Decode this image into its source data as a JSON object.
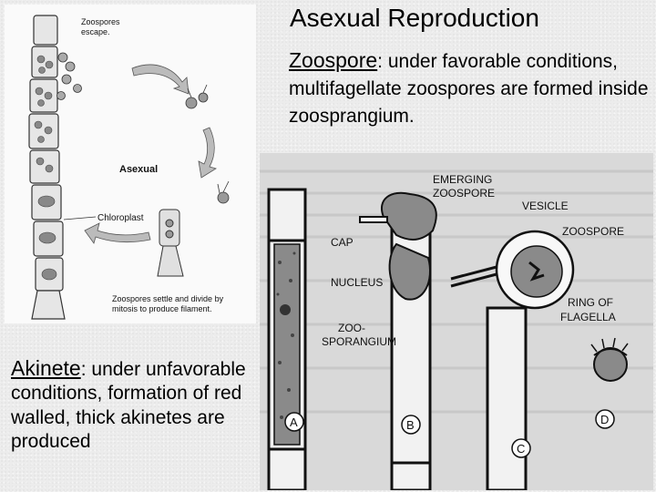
{
  "slide": {
    "title": "Asexual Reproduction",
    "zoospore": {
      "term": "Zoospore",
      "colon": ":",
      "text": " under favorable conditions, multifagellate zoospores are formed inside zoosprangium."
    },
    "akinete": {
      "term": "Akinete",
      "colon": ":",
      "text": " under unfavorable conditions, formation of red walled, thick akinetes are produced"
    }
  },
  "left_figure": {
    "labels": {
      "zoospores_escape_1": "Zoospores",
      "zoospores_escape_2": "escape.",
      "asexual": "Asexual",
      "chloroplast": "Chloroplast",
      "settle_1": "Zoospores settle and divide by",
      "settle_2": "mitosis to produce filament."
    }
  },
  "right_figure": {
    "labels": {
      "emerging_1": "EMERGING",
      "emerging_2": "ZOOSPORE",
      "vesicle": "VESICLE",
      "zoospore": "ZOOSPORE",
      "cap": "CAP",
      "nucleus": "NUCLEUS",
      "zoo_1": "ZOO-",
      "zoo_2": "SPORANGIUM",
      "ring_1": "RING OF",
      "ring_2": "FLAGELLA",
      "panel_a": "A",
      "panel_b": "B",
      "panel_c": "C",
      "panel_d": "D"
    }
  }
}
